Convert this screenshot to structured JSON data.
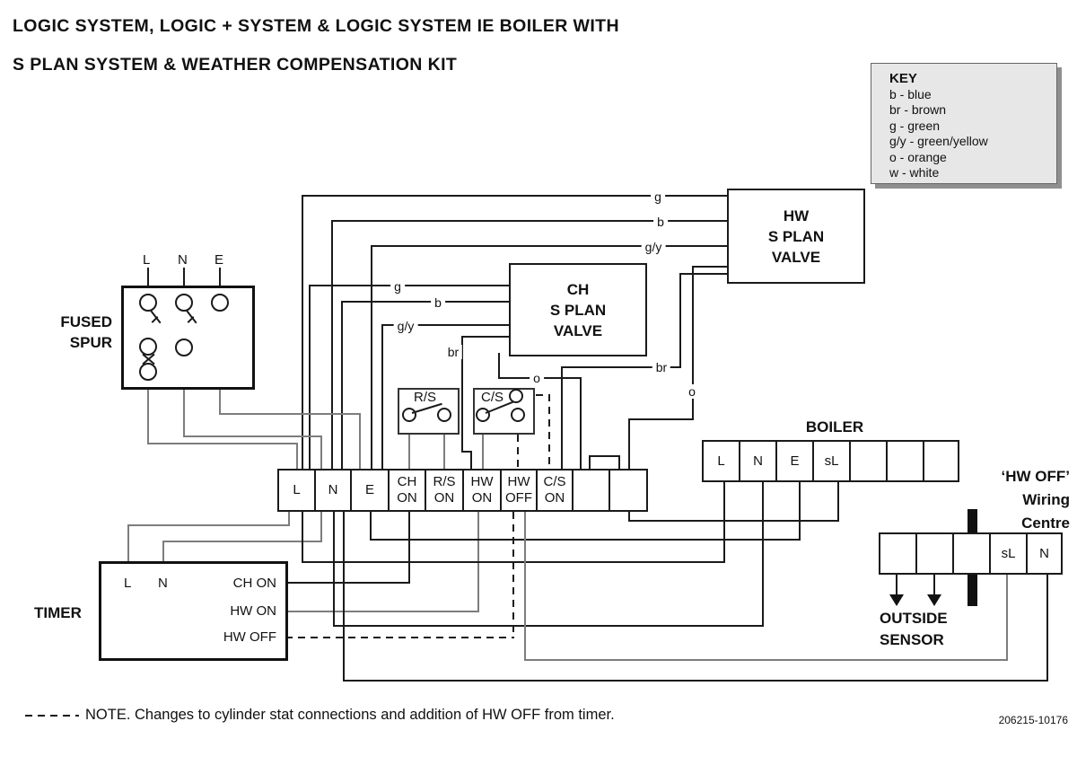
{
  "title": {
    "line1": "LOGIC SYSTEM, LOGIC + SYSTEM & LOGIC SYSTEM IE BOILER WITH",
    "line2": "S PLAN SYSTEM & WEATHER COMPENSATION KIT"
  },
  "key": {
    "title": "KEY",
    "entries": [
      "b - blue",
      "br - brown",
      "g - green",
      "g/y - green/yellow",
      "o - orange",
      "w - white"
    ]
  },
  "hw_valve": {
    "line1": "HW",
    "line2": "S PLAN",
    "line3": "VALVE"
  },
  "ch_valve": {
    "line1": "CH",
    "line2": "S PLAN",
    "line3": "VALVE"
  },
  "fused_spur": {
    "label_line1": "FUSED",
    "label_line2": "SPUR",
    "terminal_l": "L",
    "terminal_n": "N",
    "terminal_e": "E"
  },
  "switches": {
    "rs": "R/S",
    "cs": "C/S"
  },
  "main_strip": {
    "cells": [
      {
        "label": "L"
      },
      {
        "label": "N"
      },
      {
        "label": "E"
      },
      {
        "label": "CH\nON"
      },
      {
        "label": "R/S\nON"
      },
      {
        "label": "HW\nON"
      },
      {
        "label": "HW\nOFF"
      },
      {
        "label": "C/S\nON"
      },
      {
        "label": ""
      },
      {
        "label": ""
      }
    ]
  },
  "boiler": {
    "title": "BOILER",
    "cells": [
      {
        "label": "L"
      },
      {
        "label": "N"
      },
      {
        "label": "E"
      },
      {
        "label": "sL"
      },
      {
        "label": ""
      },
      {
        "label": ""
      },
      {
        "label": ""
      }
    ]
  },
  "wiring_centre": {
    "label_line1": "‘HW OFF’",
    "label_line2": "Wiring",
    "label_line3": "Centre",
    "cells": [
      {
        "label": ""
      },
      {
        "label": ""
      },
      {
        "label": ""
      },
      {
        "label": "sL"
      },
      {
        "label": "N"
      }
    ],
    "sensor_line1": "OUTSIDE",
    "sensor_line2": "SENSOR"
  },
  "timer": {
    "label": "TIMER",
    "l": "L",
    "n": "N",
    "ch_on": "CH ON",
    "hw_on": "HW ON",
    "hw_off": "HW OFF"
  },
  "wire_labels": {
    "g_hw": "g",
    "b_hw": "b",
    "gy_hw": "g/y",
    "g_ch": "g",
    "b_ch": "b",
    "gy_ch": "g/y",
    "br_ch": "br",
    "br_hw": "br",
    "o_ch": "o",
    "o_hw": "o"
  },
  "note": {
    "text": "NOTE. Changes to cylinder stat connections and addition of HW OFF from timer."
  },
  "doc_number": "206215-10176",
  "colors": {
    "line": "#1a1a1a",
    "gray_line": "#7d7d7d",
    "key_bg": "#e7e7e7"
  }
}
